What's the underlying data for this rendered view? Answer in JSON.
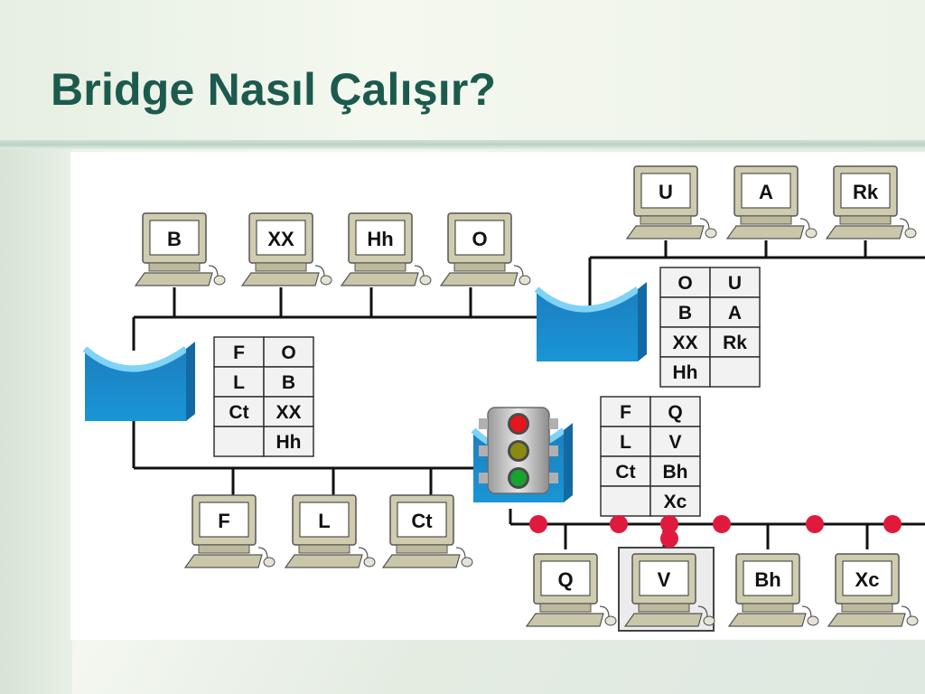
{
  "slide": {
    "title": "Bridge Nasıl Çalışır?"
  },
  "diagram": {
    "segment_left_top_pcs": [
      "B",
      "XX",
      "Hh",
      "O"
    ],
    "segment_left_bottom_pcs": [
      "F",
      "L",
      "Ct"
    ],
    "segment_right_top_pcs": [
      "U",
      "A",
      "Rk"
    ],
    "segment_right_bottom_pcs": [
      "Q",
      "V",
      "Bh",
      "Xc"
    ],
    "table_left_bridge": [
      [
        "F",
        "O"
      ],
      [
        "L",
        "B"
      ],
      [
        "Ct",
        "XX"
      ],
      [
        "",
        "Hh"
      ]
    ],
    "table_top_bridge": [
      [
        "O",
        "U"
      ],
      [
        "B",
        "A"
      ],
      [
        "XX",
        "Rk"
      ],
      [
        "Hh",
        ""
      ]
    ],
    "table_bottom_bridge": [
      [
        "F",
        "Q"
      ],
      [
        "L",
        "V"
      ],
      [
        "Ct",
        "Bh"
      ],
      [
        "",
        "Xc"
      ]
    ],
    "highlighted_pc": "V",
    "traffic_light_colors": {
      "red": "#e8141b",
      "yellow": "#8a8a10",
      "green": "#17a32c"
    },
    "bridge_color": "#1a8ecf",
    "signal_dot_color": "#e01a3c"
  }
}
